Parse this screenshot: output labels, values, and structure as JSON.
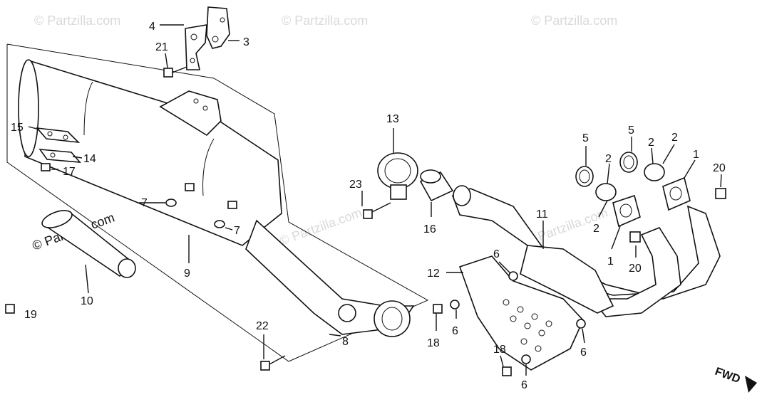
{
  "watermarks": [
    "© Partzilla.com",
    "© Partzilla.com",
    "© Partzilla.com",
    "© Partzilla.com",
    "© Partzilla.com",
    "© Partzilla.com"
  ],
  "callouts": [
    "1",
    "1",
    "2",
    "2",
    "2",
    "2",
    "3",
    "4",
    "5",
    "5",
    "6",
    "6",
    "6",
    "6",
    "7",
    "7",
    "8",
    "9",
    "10",
    "11",
    "12",
    "13",
    "14",
    "15",
    "16",
    "17",
    "18",
    "18",
    "19",
    "20",
    "20",
    "21",
    "22",
    "23"
  ],
  "direction_label": "FWD"
}
